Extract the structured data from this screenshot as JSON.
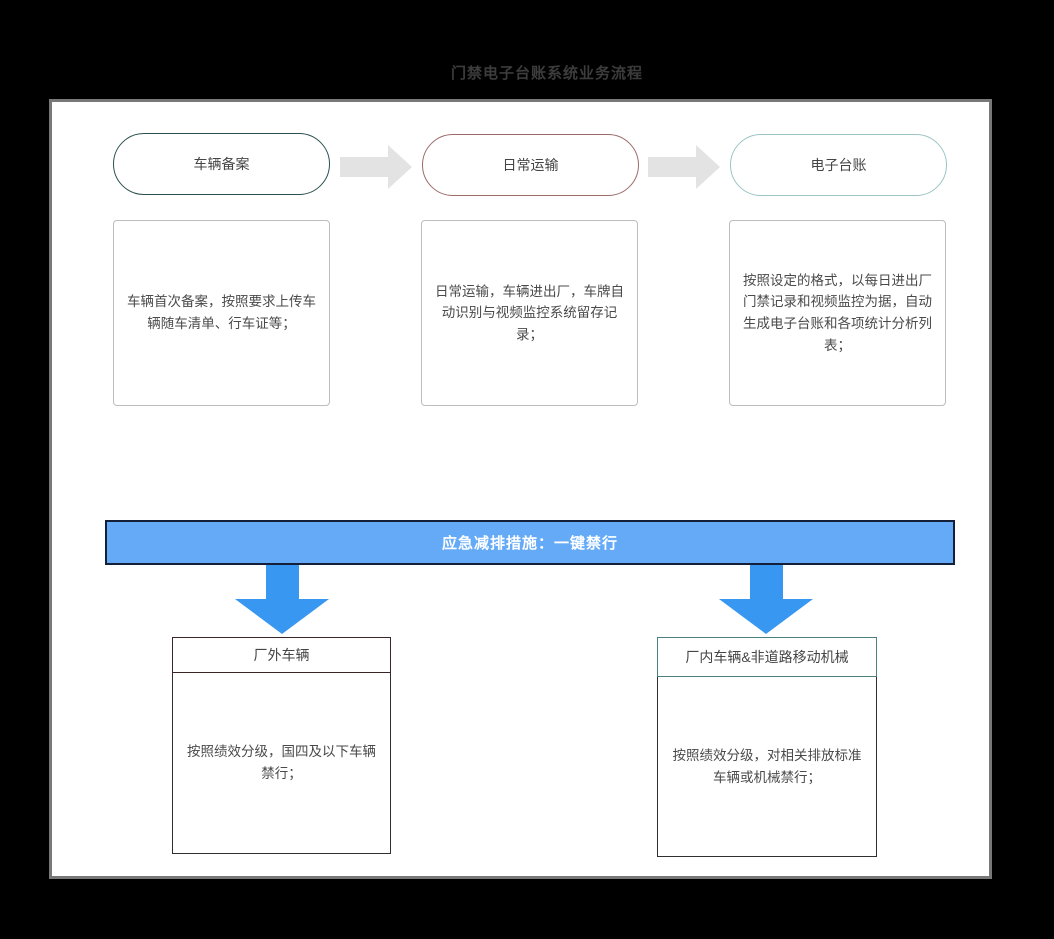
{
  "page": {
    "title": "门禁电子台账系统业务流程"
  },
  "colors": {
    "background": "#000000",
    "canvas_fill": "#ffffff",
    "canvas_border": "#787878",
    "title_text": "#3c3c3c",
    "body_text": "#4a4a4a",
    "gray_connector": "#e3e3e3",
    "banner_fill": "#64aaf7",
    "banner_text": "#ffffff",
    "blue_arrow": "#3897f1"
  },
  "flow": {
    "stages": [
      {
        "label": "车辆备案",
        "border_color": "#2e4f4f",
        "description": "车辆首次备案，按照要求上传车辆随车清单、行车证等；"
      },
      {
        "label": "日常运输",
        "border_color": "#9d6a6a",
        "description": "日常运输，车辆进出厂，车牌自动识别与视频监控系统留存记录；"
      },
      {
        "label": "电子台账",
        "border_color": "#9cc4c4",
        "description": "按照设定的格式，以每日进出厂门禁记录和视频监控为据，自动生成电子台账和各项统计分析列表；"
      }
    ]
  },
  "emergency": {
    "banner_label": "应急减排措施：一键禁行",
    "branches": [
      {
        "title": "厂外车辆",
        "header_border_color": "#3b2626",
        "description": "按照绩效分级，国四及以下车辆禁行；"
      },
      {
        "title": "厂内车辆&非道路移动机械",
        "header_border_color": "#4b8080",
        "description": "按照绩效分级，对相关排放标准车辆或机械禁行；"
      }
    ]
  }
}
